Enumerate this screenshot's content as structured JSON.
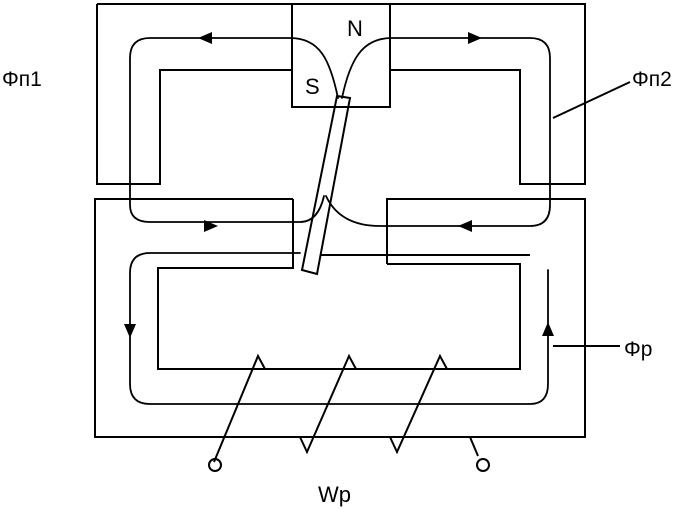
{
  "labels": {
    "phi_p1": "Φп1",
    "phi_p2": "Φп2",
    "phi_r": "Φр",
    "winding": "Wр",
    "pole_n": "N",
    "pole_s": "S"
  },
  "colors": {
    "line": "#000000",
    "background": "#ffffff"
  }
}
